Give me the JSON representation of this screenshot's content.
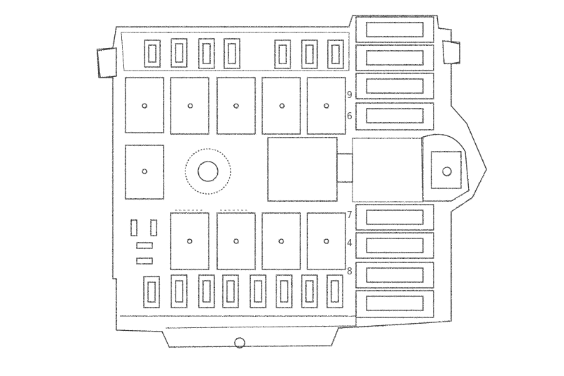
{
  "image": {
    "subject": "fuse-relay-box",
    "style": "pencil-sketch line drawing, grayscale",
    "background": "#ffffff",
    "line_color": "#3a3a3a"
  },
  "markings": {
    "upper_digits": [
      "9",
      "6"
    ],
    "lower_digits": [
      "7",
      "4",
      "8"
    ]
  },
  "components": {
    "mini_fuses_top": 7,
    "mini_fuses_bottom": 8,
    "relays_top_row": 5,
    "relays_bottom_row": 4,
    "maxi_fuses_right_upper": 4,
    "maxi_fuses_right_lower": 4
  }
}
